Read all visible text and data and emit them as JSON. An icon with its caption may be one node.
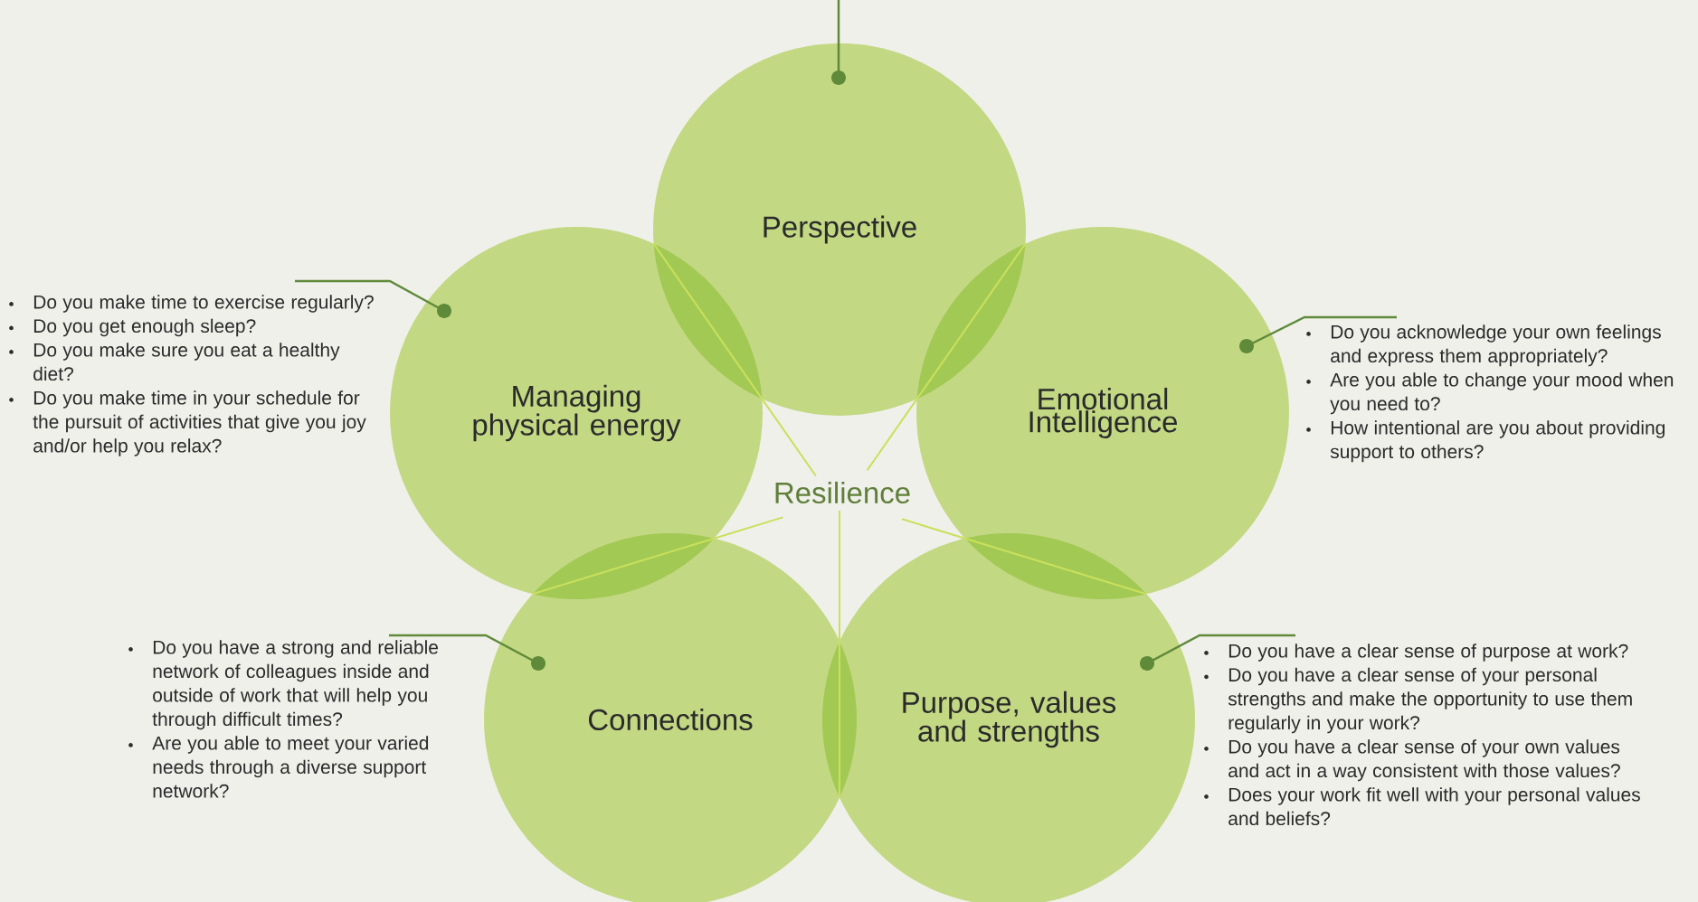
{
  "diagram": {
    "nodes": [
      {
        "text": [
          "Perspective"
        ]
      },
      {
        "text": [
          "Managing physical energy"
        ]
      },
      {
        "text": [
          "Emotional Intelligence"
        ]
      },
      {
        "text": [
          "Connections"
        ]
      },
      {
        "text": [
          "Purpose, values and strengths"
        ]
      },
      {
        "text": [
          "Do you make time to exercise regularly?",
          "Do you get enough sleep?",
          "Do you make sure you eat a healthy diet?",
          "Do you make time in your schedule for the pursuit of activities that give you joy and/or help you relax?"
        ]
      },
      {
        "text": [
          "Do you acknowledge your own feelings and express them appropriately?",
          "Are you able to change your mood when you need to?",
          "How intentional are you about providing support to others?"
        ]
      },
      {
        "text": [
          "Do you have a strong and reliable network of colleagues inside and outside of work that will help you through difficult times?",
          "Are you able to meet your varied needs through a diverse support network?"
        ]
      },
      {
        "text": [
          "Do you have a clear sense of purpose at work?",
          "Do you have a clear sense of your personal strengths and make the opportunity to use them regularly in your work?",
          "Do you have a clear sense of your own values and act in a way consistent with those values?",
          "Does your work fit well with your personal values and beliefs?"
        ]
      },
      {
        "text": [
          "Resilience"
        ]
      },
      {
        "text": [],
        "shape": "leaf"
      },
      {
        "text": [],
        "shape": "leaf"
      },
      {
        "text": [],
        "shape": "leaf"
      },
      {
        "text": [],
        "shape": "leaf"
      },
      {
        "text": [],
        "shape": "leaf"
      }
    ],
    "edges": [
      {
        "from": null,
        "to": 0,
        "arrow": "other"
      },
      {
        "from": 5,
        "to": 1,
        "arrow": "other"
      },
      {
        "from": 6,
        "to": 2,
        "arrow": "other"
      },
      {
        "from": 7,
        "to": 3,
        "arrow": "other"
      },
      {
        "from": 8,
        "to": 4,
        "arrow": "other"
      },
      {
        "from": 9,
        "to": 10,
        "arrow": "none",
        "color": "#c9e05c"
      },
      {
        "from": 9,
        "to": 11,
        "arrow": "none",
        "color": "#c9e05c"
      },
      {
        "from": 9,
        "to": 12,
        "arrow": "none",
        "color": "#c9e05c"
      },
      {
        "from": 9,
        "to": 13,
        "arrow": "none",
        "color": "#c9e05c"
      },
      {
        "from": 9,
        "to": 14,
        "arrow": "none",
        "color": "#c9e05c"
      }
    ]
  }
}
